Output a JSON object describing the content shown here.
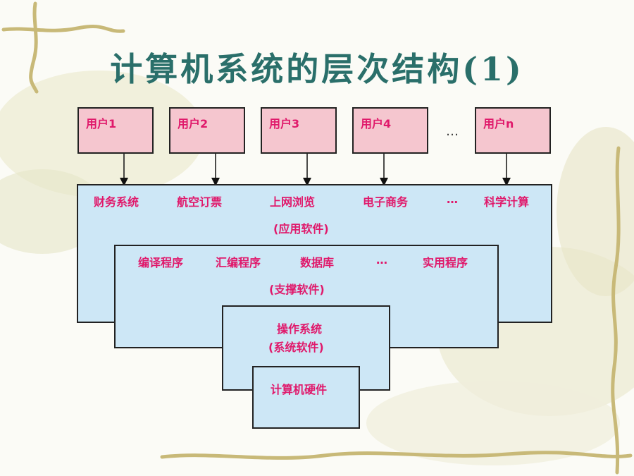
{
  "title": "计算机系统的层次结构(1)",
  "users": [
    "用户1",
    "用户2",
    "用户3",
    "用户4",
    "用户n"
  ],
  "users_ellipsis": "…",
  "application": {
    "items": [
      "财务系统",
      "航空订票",
      "上网浏览",
      "电子商务",
      "…",
      "科学计算"
    ],
    "caption": "(应用软件)"
  },
  "support": {
    "items": [
      "编译程序",
      "汇编程序",
      "数据库",
      "…",
      "实用程序"
    ],
    "caption": "(支撑软件)"
  },
  "os": {
    "label": "操作系统",
    "caption": "(系统软件)"
  },
  "hardware": {
    "label": "计算机硬件"
  },
  "colors": {
    "title": "#2a6f6a",
    "label": "#e0196b",
    "user_fill": "#f5c6cf",
    "layer_fill": "#cde7f6"
  }
}
